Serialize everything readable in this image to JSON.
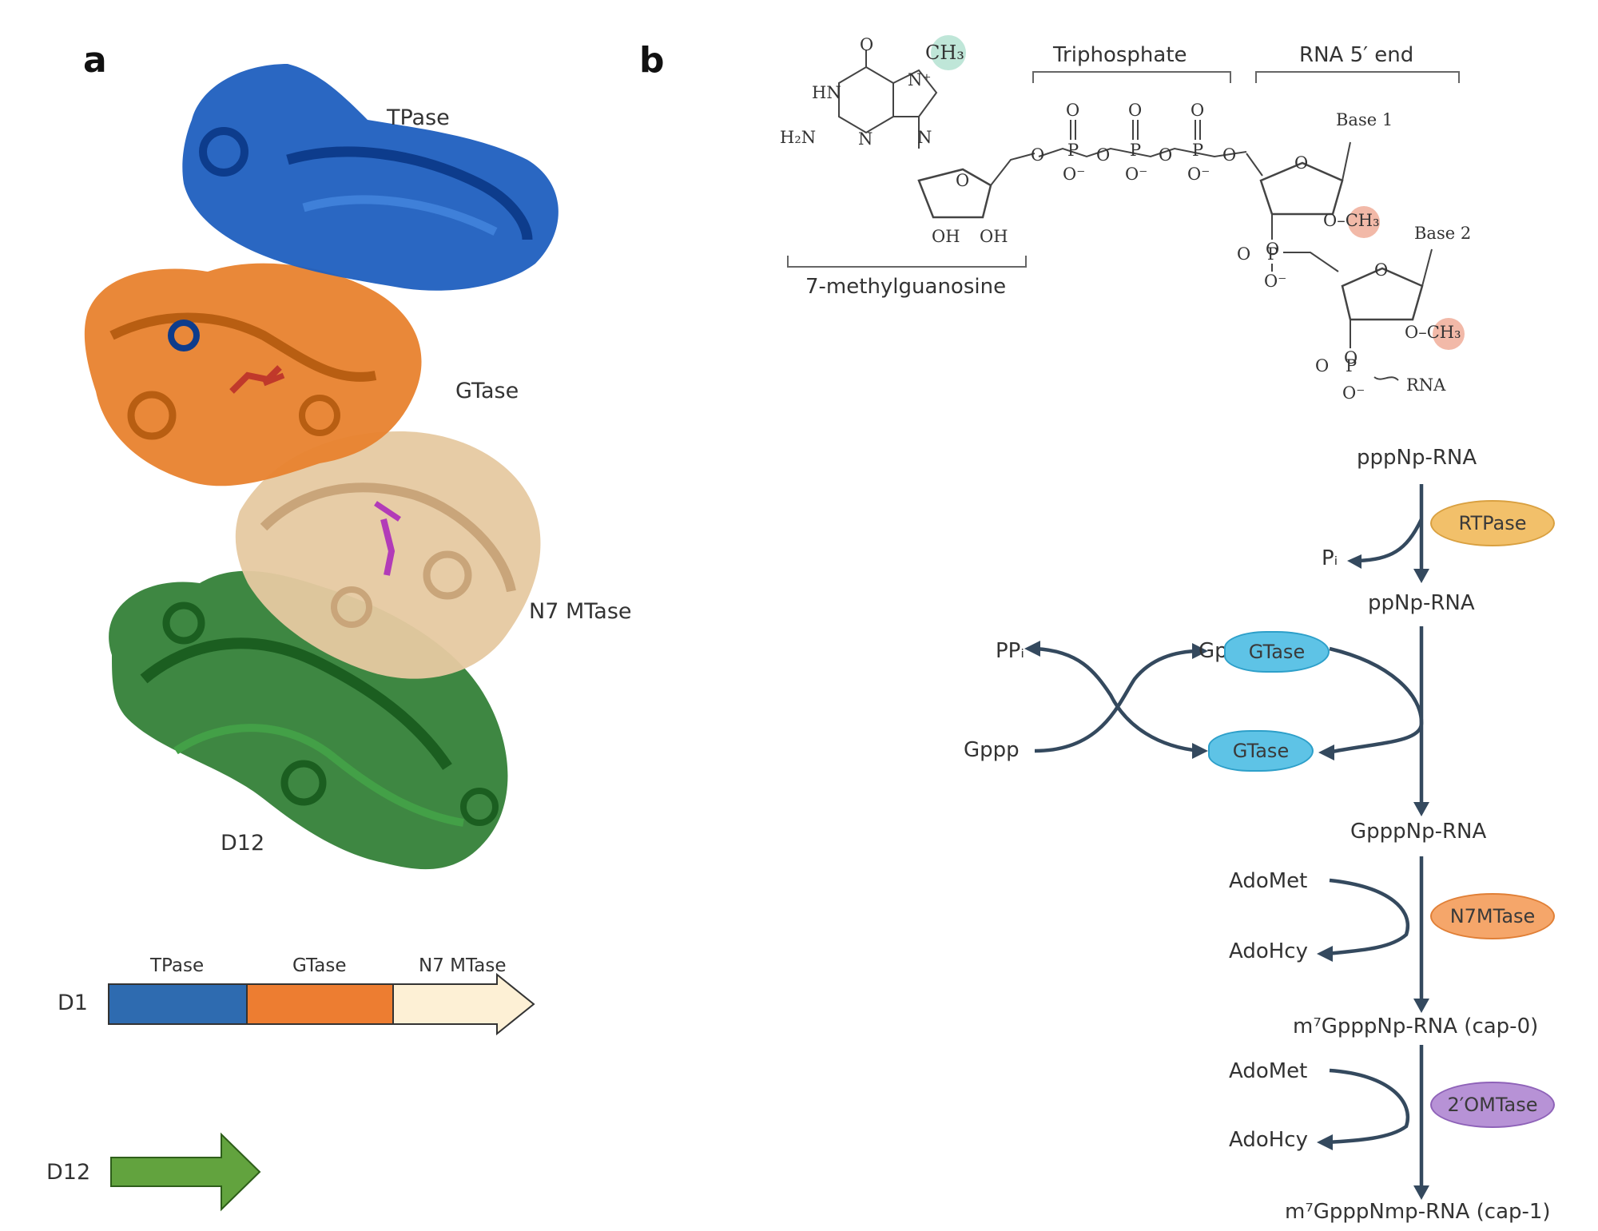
{
  "panel_a": {
    "label": "a",
    "domains": {
      "tpase": "TPase",
      "gtase": "GTase",
      "n7mtase": "N7 MTase",
      "d12": "D12"
    },
    "colors": {
      "tpase": "#1f5fbf",
      "gtase": "#e8822e",
      "n7mtase": "#e6c9a1",
      "d12": "#2e7d32",
      "ligand_red": "#c0392b",
      "ligand_magenta": "#b23bb8"
    },
    "bar_d1": {
      "name": "D1",
      "segments": [
        "TPase",
        "GTase",
        "N7 MTase"
      ],
      "colors": [
        "#2e6bb0",
        "#ed7d31",
        "#fdf0d5"
      ]
    },
    "bar_d12": {
      "name": "D12",
      "color": "#62a33e"
    }
  },
  "panel_b": {
    "label": "b",
    "structure": {
      "brackets": {
        "triphosphate": "Triphosphate",
        "rna_5_end": "RNA 5′ end",
        "methylguanosine": "7-methylguanosine"
      },
      "atoms": {
        "o": "O",
        "hn": "HN",
        "h2n": "H₂N",
        "n": "N",
        "nplus": "N⁺",
        "ch3": "CH₃",
        "oh": "OH",
        "p": "P",
        "ominus": "O⁻",
        "base1": "Base 1",
        "base2": "Base 2",
        "och3": "O–CH₃",
        "rna": "RNA"
      },
      "highlight_colors": {
        "cap_methyl": "#bfe6d8",
        "ribose_methyl": "#f2b9a8"
      }
    },
    "pathway": {
      "steps": [
        "pppNp-RNA",
        "ppNp-RNA",
        "GpppNp-RNA",
        "m⁷GpppNp-RNA  (cap-0)",
        "m⁷GpppNmp-RNA  (cap-1)"
      ],
      "side": {
        "pi": "Pᵢ",
        "ppi": "PPᵢ",
        "gppp": "Gppp",
        "gp": "Gp–",
        "adomet": "AdoMet",
        "adohcy": "AdoHcy"
      },
      "enzymes": [
        {
          "label": "RTPase",
          "color": "#f2c06a",
          "border": "#d9a040"
        },
        {
          "label": "GTase",
          "color": "#5ec3e6",
          "border": "#2d9fc9"
        },
        {
          "label": "GTase",
          "color": "#5ec3e6",
          "border": "#2d9fc9"
        },
        {
          "label": "N7MTase",
          "color": "#f5a66a",
          "border": "#e07f36"
        },
        {
          "label": "2′OMTase",
          "color": "#b792d6",
          "border": "#8e62b8"
        }
      ],
      "arrow_color": "#34495e"
    }
  }
}
